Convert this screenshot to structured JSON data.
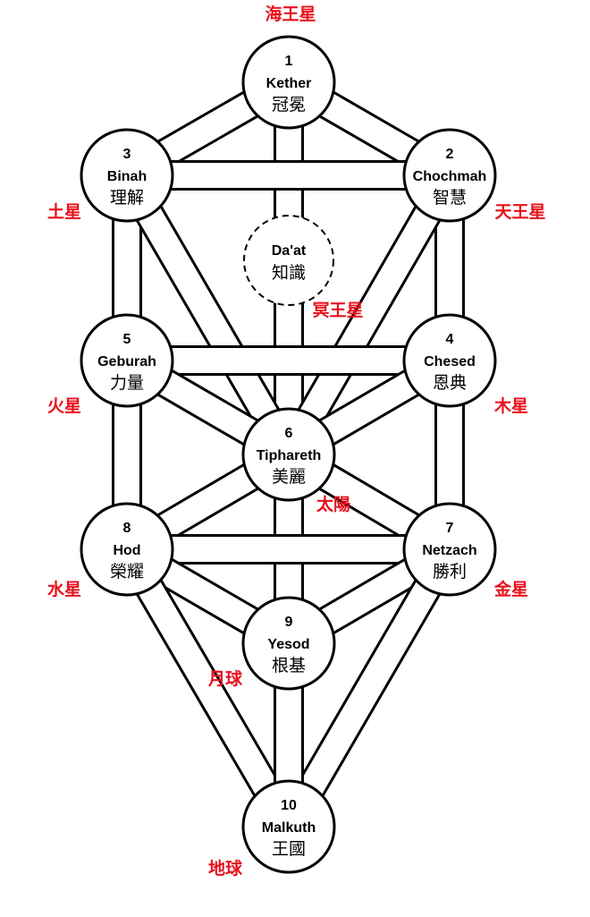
{
  "colors": {
    "planet_text": "#e8101c",
    "outline": "#000000",
    "fill": "#ffffff"
  },
  "sephiroth": [
    {
      "id": "kether",
      "number": "1",
      "name": "Kether",
      "name_cjk": "冠冕",
      "planet": "海王星"
    },
    {
      "id": "chochmah",
      "number": "2",
      "name": "Chochmah",
      "name_cjk": "智慧",
      "planet": "天王星"
    },
    {
      "id": "binah",
      "number": "3",
      "name": "Binah",
      "name_cjk": "理解",
      "planet": "土星"
    },
    {
      "id": "chesed",
      "number": "4",
      "name": "Chesed",
      "name_cjk": "恩典",
      "planet": "木星"
    },
    {
      "id": "geburah",
      "number": "5",
      "name": "Geburah",
      "name_cjk": "力量",
      "planet": "火星"
    },
    {
      "id": "tiphareth",
      "number": "6",
      "name": "Tiphareth",
      "name_cjk": "美麗",
      "planet": "太陽"
    },
    {
      "id": "netzach",
      "number": "7",
      "name": "Netzach",
      "name_cjk": "勝利",
      "planet": "金星"
    },
    {
      "id": "hod",
      "number": "8",
      "name": "Hod",
      "name_cjk": "榮耀",
      "planet": "水星"
    },
    {
      "id": "yesod",
      "number": "9",
      "name": "Yesod",
      "name_cjk": "根基",
      "planet": "月球"
    },
    {
      "id": "malkuth",
      "number": "10",
      "name": "Malkuth",
      "name_cjk": "王國",
      "planet": "地球"
    }
  ],
  "daat": {
    "id": "daat",
    "name": "Da'at",
    "name_cjk": "知識",
    "planet": "冥王星"
  },
  "paths": [
    [
      "kether",
      "chochmah"
    ],
    [
      "kether",
      "binah"
    ],
    [
      "kether",
      "tiphareth"
    ],
    [
      "chochmah",
      "binah"
    ],
    [
      "chochmah",
      "chesed"
    ],
    [
      "chochmah",
      "tiphareth"
    ],
    [
      "binah",
      "geburah"
    ],
    [
      "binah",
      "tiphareth"
    ],
    [
      "chesed",
      "geburah"
    ],
    [
      "chesed",
      "tiphareth"
    ],
    [
      "chesed",
      "netzach"
    ],
    [
      "geburah",
      "tiphareth"
    ],
    [
      "geburah",
      "hod"
    ],
    [
      "tiphareth",
      "netzach"
    ],
    [
      "tiphareth",
      "hod"
    ],
    [
      "tiphareth",
      "yesod"
    ],
    [
      "netzach",
      "hod"
    ],
    [
      "netzach",
      "yesod"
    ],
    [
      "netzach",
      "malkuth"
    ],
    [
      "hod",
      "yesod"
    ],
    [
      "hod",
      "malkuth"
    ],
    [
      "yesod",
      "malkuth"
    ]
  ]
}
